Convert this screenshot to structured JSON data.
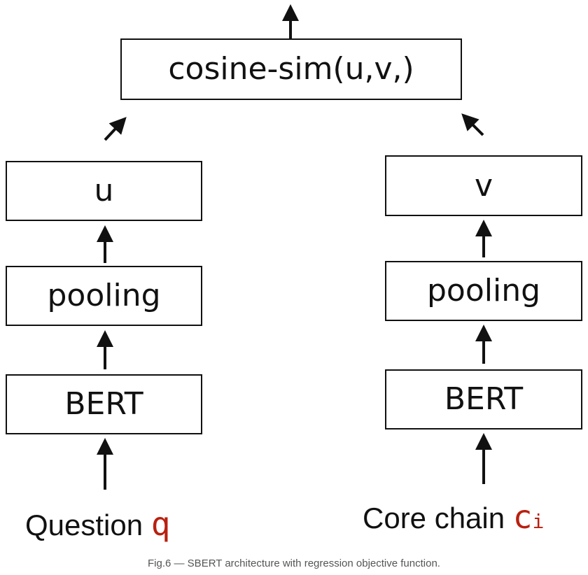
{
  "diagram": {
    "top_box": "cosine-sim(u,v,)",
    "left_branch": {
      "output": "u",
      "pooling": "pooling",
      "encoder": "BERT",
      "input_text": "Question",
      "input_var": "q"
    },
    "right_branch": {
      "output": "v",
      "pooling": "pooling",
      "encoder": "BERT",
      "input_text": "Core chain",
      "input_var": "c",
      "input_sub": "i"
    },
    "colors": {
      "stroke": "#111111",
      "variable": "#b8200f",
      "caption": "#555555"
    }
  },
  "caption": "Fig.6 — SBERT architecture with regression objective function."
}
